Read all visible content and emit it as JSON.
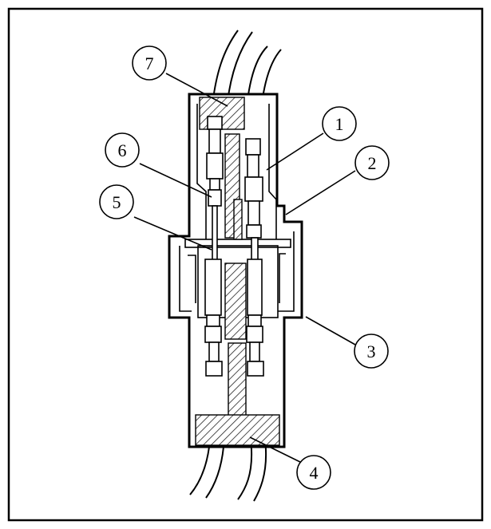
{
  "figure": {
    "callouts": [
      {
        "id": "1",
        "label": "1"
      },
      {
        "id": "2",
        "label": "2"
      },
      {
        "id": "3",
        "label": "3"
      },
      {
        "id": "4",
        "label": "4"
      },
      {
        "id": "5",
        "label": "5"
      },
      {
        "id": "6",
        "label": "6"
      },
      {
        "id": "7",
        "label": "7"
      }
    ]
  },
  "colors": {
    "ink": "#000000",
    "paper": "#ffffff",
    "hatch": "#333333"
  }
}
